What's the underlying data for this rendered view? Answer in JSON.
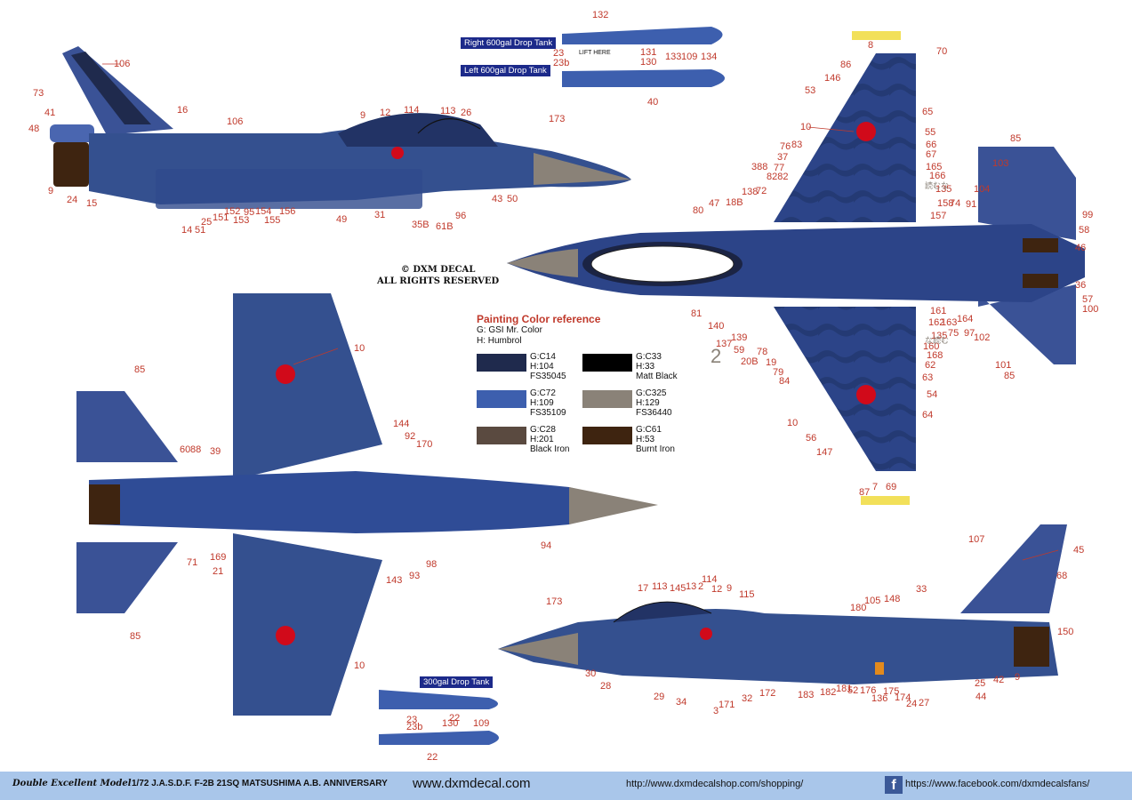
{
  "tanks": {
    "right600": "Right 600gal Drop Tank",
    "left600": "Left 600gal Drop Tank",
    "tank300": "300gal Drop Tank",
    "lift_here": "LIFT HERE"
  },
  "copyright": {
    "line1": "© DXM DECAL",
    "line2": "ALL RIGHTS RESERVED"
  },
  "color_reference": {
    "title": "Painting Color reference",
    "legend_g": "G: GSI Mr. Color",
    "legend_h": "H: Humbrol",
    "swatches": [
      {
        "color": "#1f2a4d",
        "g": "G:C14",
        "h": "H:104",
        "extra": "FS35045"
      },
      {
        "color": "#000000",
        "g": "G:C33",
        "h": "H:33",
        "extra": "Matt Black"
      },
      {
        "color": "#3d5fae",
        "g": "G:C72",
        "h": "H:109",
        "extra": "FS35109"
      },
      {
        "color": "#8a8278",
        "g": "G:C325",
        "h": "H:129",
        "extra": "FS36440"
      },
      {
        "color": "#5a4a40",
        "g": "G:C28",
        "h": "H:201",
        "extra": "Black Iron"
      },
      {
        "color": "#3e2410",
        "g": "G:C61",
        "h": "H:53",
        "extra": "Burnt Iron"
      }
    ]
  },
  "callouts": {
    "side_top": [
      "106",
      "73",
      "41",
      "48",
      "16",
      "106",
      "9",
      "12",
      "114",
      "113",
      "26",
      "173",
      "9",
      "24",
      "15",
      "14",
      "51",
      "25",
      "151",
      "152",
      "153",
      "95",
      "154",
      "155",
      "156",
      "49",
      "31",
      "35B",
      "61B",
      "96",
      "43",
      "50"
    ],
    "tanks_top": [
      "132",
      "23",
      "23b",
      "131",
      "130",
      "133",
      "109",
      "134",
      "40"
    ],
    "right_view": [
      "8",
      "70",
      "86",
      "146",
      "53",
      "10",
      "65",
      "55",
      "66",
      "67",
      "165",
      "166",
      "135",
      "85",
      "103",
      "104",
      "99",
      "58",
      "46",
      "36",
      "57",
      "100",
      "76",
      "83",
      "77",
      "37",
      "8282",
      "388",
      "72",
      "138",
      "18B",
      "47",
      "80",
      "81",
      "140",
      "137",
      "139",
      "59",
      "20B",
      "78",
      "19",
      "79",
      "84",
      "10",
      "56",
      "147",
      "87",
      "7",
      "69",
      "157",
      "158",
      "74",
      "91",
      "161",
      "162",
      "163",
      "164",
      "75",
      "97",
      "102",
      "101",
      "85",
      "135",
      "160",
      "168",
      "62",
      "63",
      "54",
      "64"
    ],
    "left_view": [
      "85",
      "10",
      "60",
      "88",
      "39",
      "144",
      "92",
      "170",
      "71",
      "169",
      "21",
      "143",
      "93",
      "98",
      "94",
      "85",
      "10"
    ],
    "side_bottom": [
      "173",
      "17",
      "113",
      "145",
      "13",
      "2",
      "114",
      "12",
      "9",
      "115",
      "180",
      "105",
      "148",
      "107",
      "33",
      "45",
      "68",
      "150",
      "30",
      "28",
      "29",
      "34",
      "3",
      "171",
      "172",
      "32",
      "183",
      "182",
      "181",
      "52",
      "176",
      "136",
      "175",
      "174",
      "24",
      "27",
      "25",
      "44",
      "42",
      "9"
    ],
    "tank300": [
      "22",
      "23",
      "23b",
      "130",
      "109",
      "22"
    ]
  },
  "footer": {
    "brand": "Double Excellent Model",
    "subject": "1/72 J.A.S.D.F. F-2B 21SQ MATSUSHIMA A.B. ANNIVERSARY",
    "website": "www.dxmdecal.com",
    "shop": "http://www.dxmdecalshop.com/shopping/",
    "facebook": "https://www.facebook.com/dxmdecalsfans/"
  },
  "marks": {
    "tail_numeral": "2",
    "kana_1": "読むな",
    "kana_2": "な読む"
  }
}
